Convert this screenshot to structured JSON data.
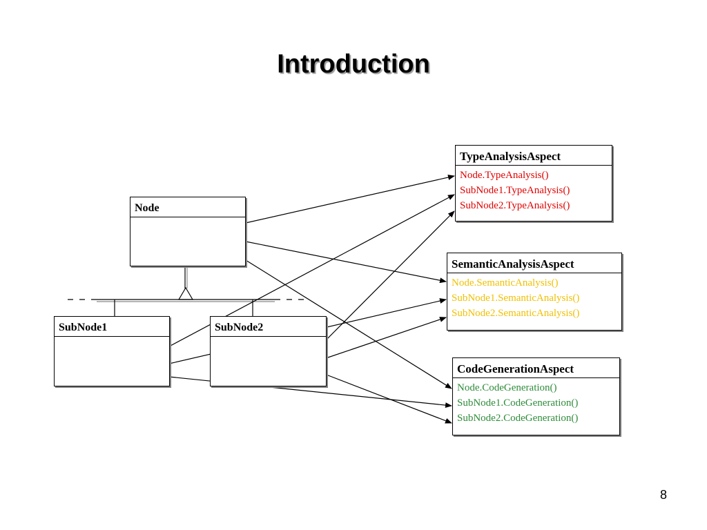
{
  "slide": {
    "title": "Introduction",
    "page_number": "8"
  },
  "classes": {
    "node": {
      "name": "Node"
    },
    "subnode1": {
      "name": "SubNode1"
    },
    "subnode2": {
      "name": "SubNode2"
    }
  },
  "aspects": {
    "type_analysis": {
      "name": "TypeAnalysisAspect",
      "color": "#e00000",
      "methods": [
        "Node.TypeAnalysis()",
        "SubNode1.TypeAnalysis()",
        "SubNode2.TypeAnalysis()"
      ]
    },
    "semantic_analysis": {
      "name": "SemanticAnalysisAspect",
      "color": "#f0c000",
      "methods": [
        "Node.SemanticAnalysis()",
        "SubNode1.SemanticAnalysis()",
        "SubNode2.SemanticAnalysis()"
      ]
    },
    "code_generation": {
      "name": "CodeGenerationAspect",
      "color": "#2e8b3a",
      "methods": [
        "Node.CodeGeneration()",
        "SubNode1.CodeGeneration()",
        "SubNode2.CodeGeneration()"
      ]
    }
  }
}
